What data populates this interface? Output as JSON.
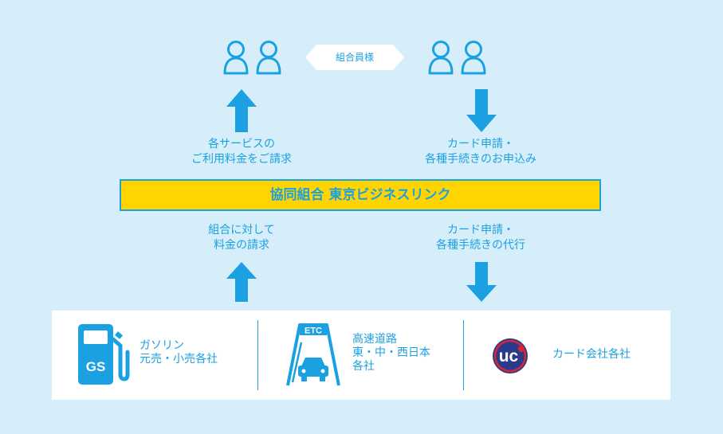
{
  "members": {
    "label": "組合員様"
  },
  "left_upper_text": [
    "各サービスの",
    "ご利用料金をご請求"
  ],
  "right_upper_text": [
    "カード申請・",
    "各種手続きのお申込み"
  ],
  "banner": {
    "title": "協同組合 東京ビジネスリンク"
  },
  "left_lower_text": [
    "組合に対して",
    "料金の請求"
  ],
  "right_lower_text": [
    "カード申請・",
    "各種手続きの代行"
  ],
  "partners": [
    {
      "icon": "gas-pump-icon",
      "icon_text": "GS",
      "lines": [
        "ガソリン",
        "元売・小売各社"
      ]
    },
    {
      "icon": "etc-gate-icon",
      "icon_text": "ETC",
      "lines": [
        "高速道路",
        "東・中・西日本",
        "各社"
      ]
    },
    {
      "icon": "uc-card-logo",
      "icon_text": "uc",
      "lines": [
        "カード会社各社"
      ]
    }
  ],
  "colors": {
    "accent": "#1ba1e2",
    "banner": "#ffd400",
    "background": "#d6eef9",
    "panel": "#ffffff",
    "uc_red": "#d7282f",
    "uc_navy": "#2a3a8c"
  }
}
